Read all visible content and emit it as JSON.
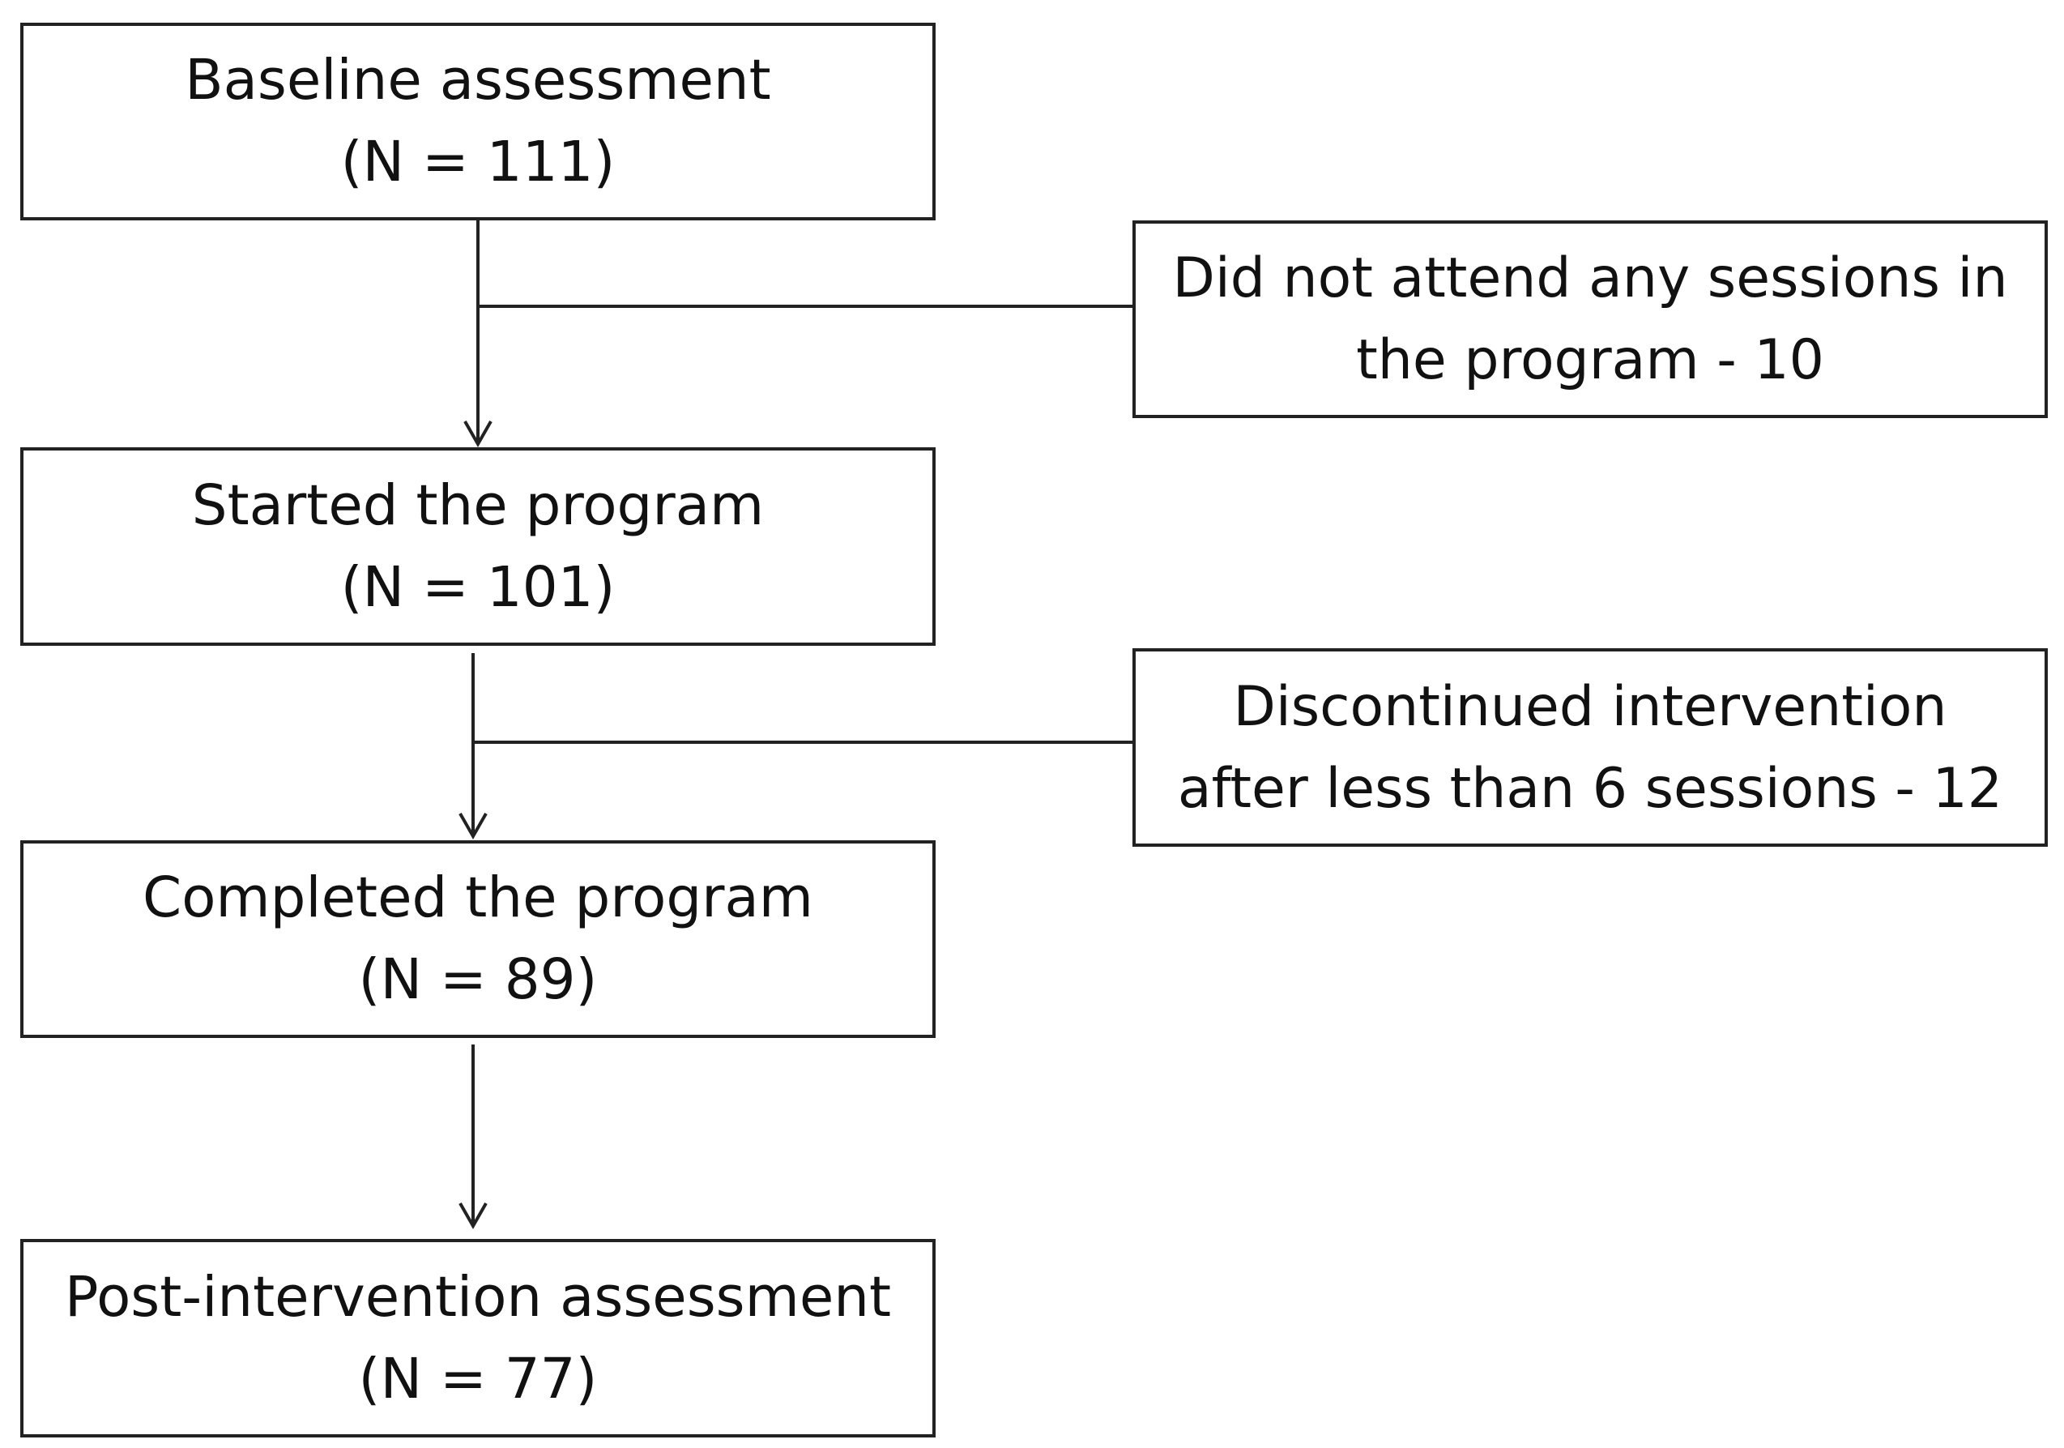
{
  "flow": {
    "main_boxes": [
      {
        "line1": "Baseline assessment",
        "line2": "(N = 111)"
      },
      {
        "line1": "Started the program",
        "line2": "(N = 101)"
      },
      {
        "line1": "Completed the program",
        "line2": "(N = 89)"
      },
      {
        "line1": "Post-intervention assessment",
        "line2": "(N = 77)"
      }
    ],
    "exclusion_boxes": [
      {
        "line1": "Did not attend any sessions in",
        "line2": "the program - 10"
      },
      {
        "line1": "Discontinued intervention",
        "line2": "after less than 6 sessions - 12"
      }
    ]
  }
}
